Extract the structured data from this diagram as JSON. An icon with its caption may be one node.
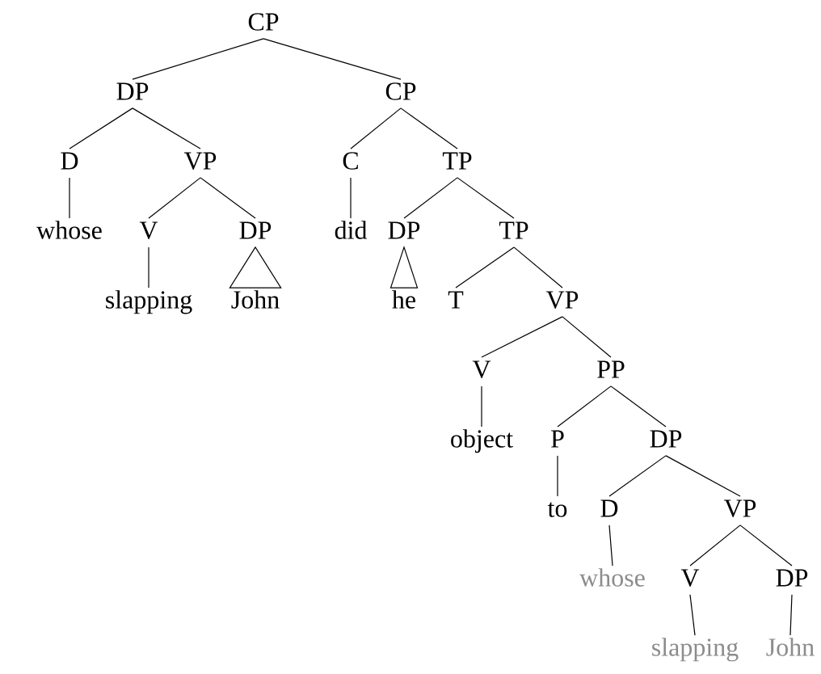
{
  "diagram": {
    "nodes": [
      {
        "text": [
          "CP"
        ]
      },
      {
        "text": [
          "DP"
        ]
      },
      {
        "text": [
          "D"
        ]
      },
      {
        "text": [
          "whose"
        ]
      },
      {
        "text": [
          "VP"
        ]
      },
      {
        "text": [
          "V"
        ]
      },
      {
        "text": [
          "slapping"
        ]
      },
      {
        "text": [
          "DP"
        ]
      },
      {
        "text": [
          "John"
        ]
      },
      {
        "text": [
          "CP"
        ]
      },
      {
        "text": [
          "C"
        ]
      },
      {
        "text": [
          "did"
        ]
      },
      {
        "text": [
          "TP"
        ]
      },
      {
        "text": [
          "DP"
        ]
      },
      {
        "text": [
          "he"
        ]
      },
      {
        "text": [
          "TP"
        ]
      },
      {
        "text": [
          "T"
        ]
      },
      {
        "text": [
          "VP"
        ]
      },
      {
        "text": [
          "V"
        ]
      },
      {
        "text": [
          "object"
        ]
      },
      {
        "text": [
          "PP"
        ]
      },
      {
        "text": [
          "P"
        ]
      },
      {
        "text": [
          "to"
        ]
      },
      {
        "text": [
          "DP"
        ]
      },
      {
        "text": [
          "D"
        ]
      },
      {
        "text": [
          "whose"
        ]
      },
      {
        "text": [
          "VP"
        ]
      },
      {
        "text": [
          "V"
        ]
      },
      {
        "text": [
          "slapping"
        ]
      },
      {
        "text": [
          "DP"
        ]
      },
      {
        "text": [
          "John"
        ]
      }
    ],
    "edges": [
      {
        "from": 0,
        "to": 1,
        "arrow": "none"
      },
      {
        "from": 0,
        "to": 9,
        "arrow": "none"
      },
      {
        "from": 1,
        "to": 2,
        "arrow": "none"
      },
      {
        "from": 1,
        "to": 4,
        "arrow": "none"
      },
      {
        "from": 2,
        "to": 3,
        "arrow": "none"
      },
      {
        "from": 4,
        "to": 5,
        "arrow": "none"
      },
      {
        "from": 4,
        "to": 7,
        "arrow": "none"
      },
      {
        "from": 5,
        "to": 6,
        "arrow": "none"
      },
      {
        "from": 7,
        "to": 8,
        "arrow": "none"
      },
      {
        "from": 9,
        "to": 10,
        "arrow": "none"
      },
      {
        "from": 9,
        "to": 12,
        "arrow": "none"
      },
      {
        "from": 10,
        "to": 11,
        "arrow": "none"
      },
      {
        "from": 12,
        "to": 13,
        "arrow": "none"
      },
      {
        "from": 12,
        "to": 15,
        "arrow": "none"
      },
      {
        "from": 13,
        "to": 14,
        "arrow": "none"
      },
      {
        "from": 15,
        "to": 16,
        "arrow": "none"
      },
      {
        "from": 15,
        "to": 17,
        "arrow": "none"
      },
      {
        "from": 17,
        "to": 18,
        "arrow": "none"
      },
      {
        "from": 17,
        "to": 20,
        "arrow": "none"
      },
      {
        "from": 18,
        "to": 19,
        "arrow": "none"
      },
      {
        "from": 20,
        "to": 21,
        "arrow": "none"
      },
      {
        "from": 20,
        "to": 23,
        "arrow": "none"
      },
      {
        "from": 21,
        "to": 22,
        "arrow": "none"
      },
      {
        "from": 23,
        "to": 24,
        "arrow": "none"
      },
      {
        "from": 23,
        "to": 26,
        "arrow": "none"
      },
      {
        "from": 24,
        "to": 25,
        "arrow": "none"
      },
      {
        "from": 26,
        "to": 27,
        "arrow": "none"
      },
      {
        "from": 26,
        "to": 29,
        "arrow": "none"
      },
      {
        "from": 27,
        "to": 28,
        "arrow": "none"
      },
      {
        "from": 29,
        "to": 30,
        "arrow": "none"
      }
    ]
  }
}
